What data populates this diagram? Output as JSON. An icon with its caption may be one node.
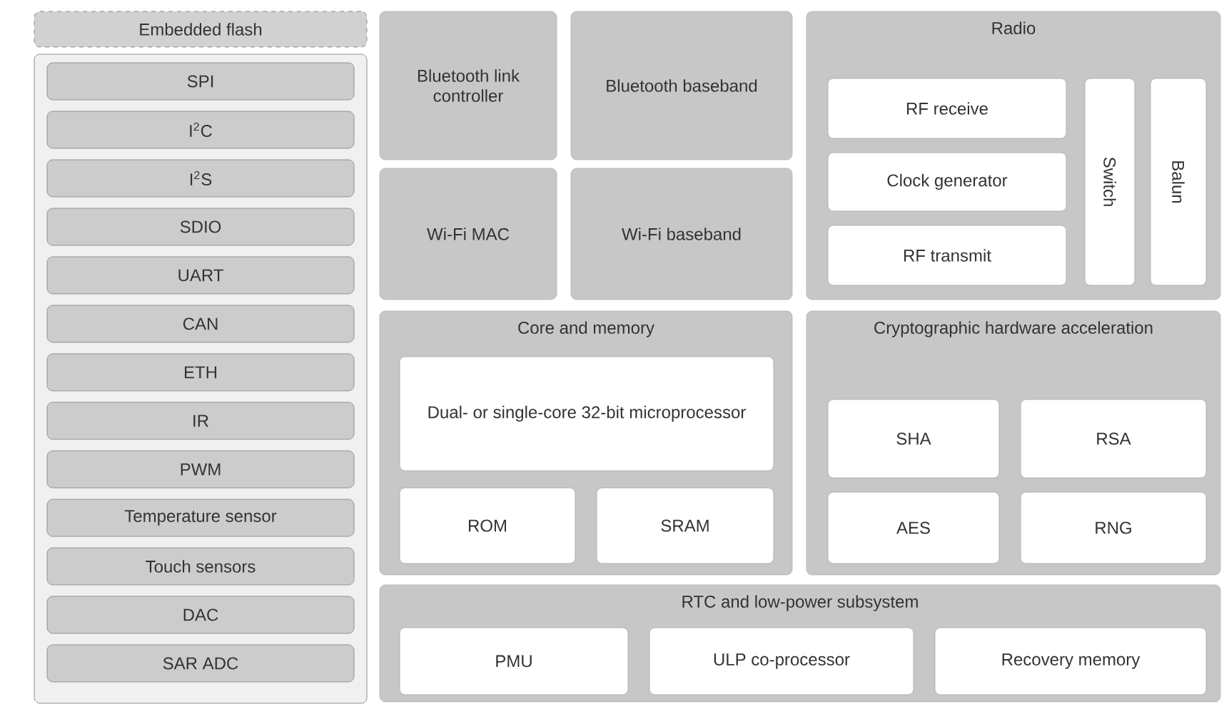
{
  "diagram": {
    "nodes": [
      {
        "text": [
          "Embedded flash"
        ]
      },
      {
        "text": [],
        "shape": "box"
      },
      {
        "text": [
          "SPI"
        ],
        "in": 1
      },
      {
        "text": [
          "I$^{2}$C"
        ],
        "in": 1
      },
      {
        "text": [
          "I$^{2}$S"
        ],
        "in": 1
      },
      {
        "text": [
          "SDIO"
        ],
        "in": 1
      },
      {
        "text": [
          "UART"
        ],
        "in": 1
      },
      {
        "text": [
          "CAN"
        ],
        "in": 1
      },
      {
        "text": [
          "ETH"
        ],
        "in": 1
      },
      {
        "text": [
          "IR"
        ],
        "in": 1
      },
      {
        "text": [
          "PWM"
        ],
        "in": 1
      },
      {
        "text": [
          "Temperature sensor"
        ],
        "in": 1
      },
      {
        "text": [
          "Touch sensors"
        ],
        "in": 1
      },
      {
        "text": [
          "DAC"
        ],
        "in": 1
      },
      {
        "text": [
          "SAR ADC"
        ],
        "in": 1
      },
      {
        "text": [
          "Bluetooth link controller"
        ]
      },
      {
        "text": [
          "Bluetooth baseband"
        ]
      },
      {
        "text": [
          "Radio"
        ]
      },
      {
        "text": [
          "RF receive"
        ],
        "in": 17
      },
      {
        "text": [
          "Clock generator"
        ],
        "in": 17
      },
      {
        "text": [
          "RF transmit"
        ],
        "in": 17
      },
      {
        "text": [
          "Switch"
        ],
        "in": 17
      },
      {
        "text": [
          "Balun"
        ],
        "in": 17
      },
      {
        "text": [
          "Wi-Fi MAC"
        ]
      },
      {
        "text": [
          "Wi-Fi baseband"
        ]
      },
      {
        "text": [
          "Core and memory"
        ]
      },
      {
        "text": [
          "Dual- or single-core 32-bit microprocessor"
        ],
        "in": 25
      },
      {
        "text": [
          "ROM"
        ],
        "in": 25
      },
      {
        "text": [
          "SRAM"
        ],
        "in": 25
      },
      {
        "text": [
          "Cryptographic hardware acceleration"
        ]
      },
      {
        "text": [
          "SHA"
        ],
        "in": 29
      },
      {
        "text": [
          "RSA"
        ],
        "in": 29
      },
      {
        "text": [
          "AES"
        ],
        "in": 29
      },
      {
        "text": [
          "RNG"
        ],
        "in": 29
      },
      {
        "text": [
          "RTC and low-power subsystem"
        ]
      },
      {
        "text": [
          "PMU"
        ],
        "in": 34
      },
      {
        "text": [
          "ULP co-processor"
        ],
        "in": 34
      },
      {
        "text": [
          "Recovery memory"
        ],
        "in": 34
      }
    ]
  }
}
